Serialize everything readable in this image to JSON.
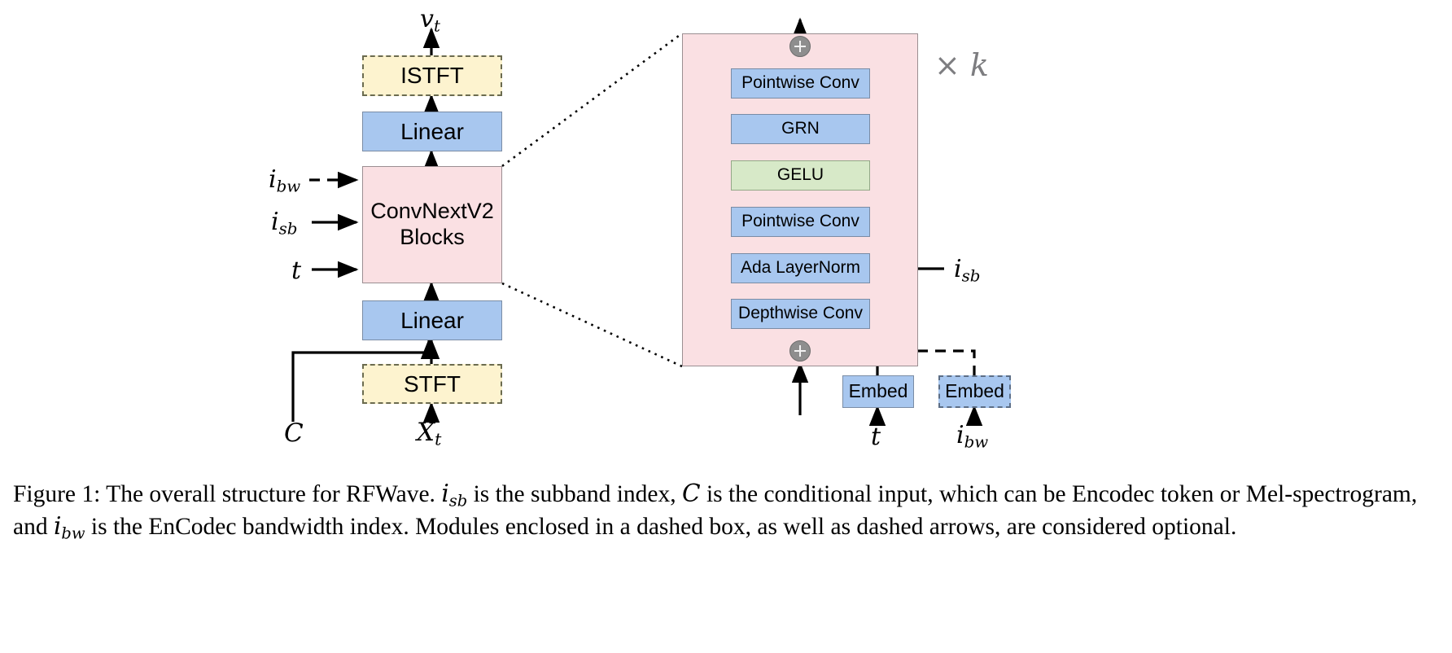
{
  "figure": {
    "label": "Figure 1",
    "caption_segments": [
      "Figure 1: The overall structure for RFWave. ",
      "i_sb",
      " is the subband index, ",
      "C",
      " is the conditional input, which can be Encodec token or Mel-spectrogram, and ",
      "i_bw",
      " is the EnCodec bandwidth index. Modules enclosed in a dashed box, as well as dashed arrows, are considered optional."
    ],
    "caption_text_1": "Figure 1: The overall structure for RFWave. ",
    "caption_text_2": " is the subband index, ",
    "caption_text_3": " is the conditional input, which can be",
    "caption_text_4": "Encodec token or Mel-spectrogram, and ",
    "caption_text_5": " is the EnCodec bandwidth index. Modules enclosed in a dashed",
    "caption_text_6": "box, as well as dashed arrows, are considered optional."
  },
  "colors": {
    "blue_fill": "#a8c7ef",
    "blue_stroke": "#7a8ca5",
    "yellow_fill": "#fdf3cf",
    "yellow_stroke": "#6b6b4f",
    "green_fill": "#d7e9c8",
    "green_stroke": "#93a887",
    "pink_fill": "#fae0e3",
    "pink_stroke": "#9b8f92",
    "plus_fill": "#8e8e8e",
    "xk_gray": "#7d7d80",
    "line": "#000000"
  },
  "left_pipeline": {
    "title": "RFWave overall structure",
    "nodes": [
      {
        "id": "istft",
        "label": "ISTFT",
        "style": "yellow-dashed"
      },
      {
        "id": "linear_top",
        "label": "Linear",
        "style": "blue"
      },
      {
        "id": "convnext",
        "label": "ConvNextV2\nBlocks",
        "style": "pink"
      },
      {
        "id": "linear_bottom",
        "label": "Linear",
        "style": "blue"
      },
      {
        "id": "stft",
        "label": "STFT",
        "style": "yellow-dashed"
      }
    ],
    "io_labels": {
      "output_top": {
        "base": "v",
        "sub": "t"
      },
      "input_bw": {
        "base": "i",
        "sub": "bw"
      },
      "input_sb": {
        "base": "i",
        "sub": "sb"
      },
      "input_t": {
        "base": "t",
        "sub": ""
      },
      "input_c": {
        "base": "C",
        "sub": ""
      },
      "input_xt": {
        "base": "X",
        "sub": "t"
      }
    }
  },
  "block_detail": {
    "repeat_label": "× k",
    "stack": [
      {
        "id": "pointwise_conv_2",
        "label": "Pointwise Conv",
        "style": "blue"
      },
      {
        "id": "grn",
        "label": "GRN",
        "style": "blue"
      },
      {
        "id": "gelu",
        "label": "GELU",
        "style": "green"
      },
      {
        "id": "pointwise_conv_1",
        "label": "Pointwise Conv",
        "style": "blue"
      },
      {
        "id": "ada_layernorm",
        "label": "Ada LayerNorm",
        "style": "blue"
      },
      {
        "id": "depthwise_conv",
        "label": "Depthwise Conv",
        "style": "blue"
      }
    ],
    "side_input_label": {
      "base": "i",
      "sub": "sb"
    },
    "embeds": [
      {
        "id": "embed_t",
        "label": "Embed",
        "style": "blue",
        "input": {
          "base": "t",
          "sub": ""
        }
      },
      {
        "id": "embed_bw",
        "label": "Embed",
        "style": "blue-dashed",
        "input": {
          "base": "i",
          "sub": "bw"
        }
      }
    ],
    "junctions": [
      {
        "id": "residual-add-top",
        "symbol": "+"
      },
      {
        "id": "residual-add-bottom",
        "symbol": "+"
      }
    ]
  }
}
